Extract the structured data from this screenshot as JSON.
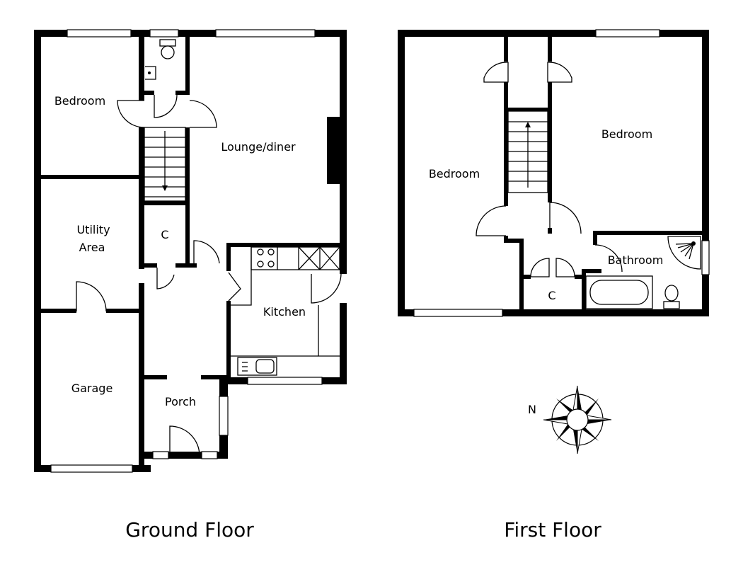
{
  "ground_floor": {
    "title": "Ground Floor",
    "rooms": {
      "bedroom": "Bedroom",
      "lounge": "Lounge/diner",
      "utility_line1": "Utility",
      "utility_line2": "Area",
      "cupboard": "C",
      "kitchen": "Kitchen",
      "garage": "Garage",
      "porch": "Porch"
    }
  },
  "first_floor": {
    "title": "First Floor",
    "rooms": {
      "bedroom_left": "Bedroom",
      "bedroom_right": "Bedroom",
      "bathroom": "Bathroom",
      "cupboard": "C"
    }
  },
  "compass": {
    "north_label": "N"
  }
}
